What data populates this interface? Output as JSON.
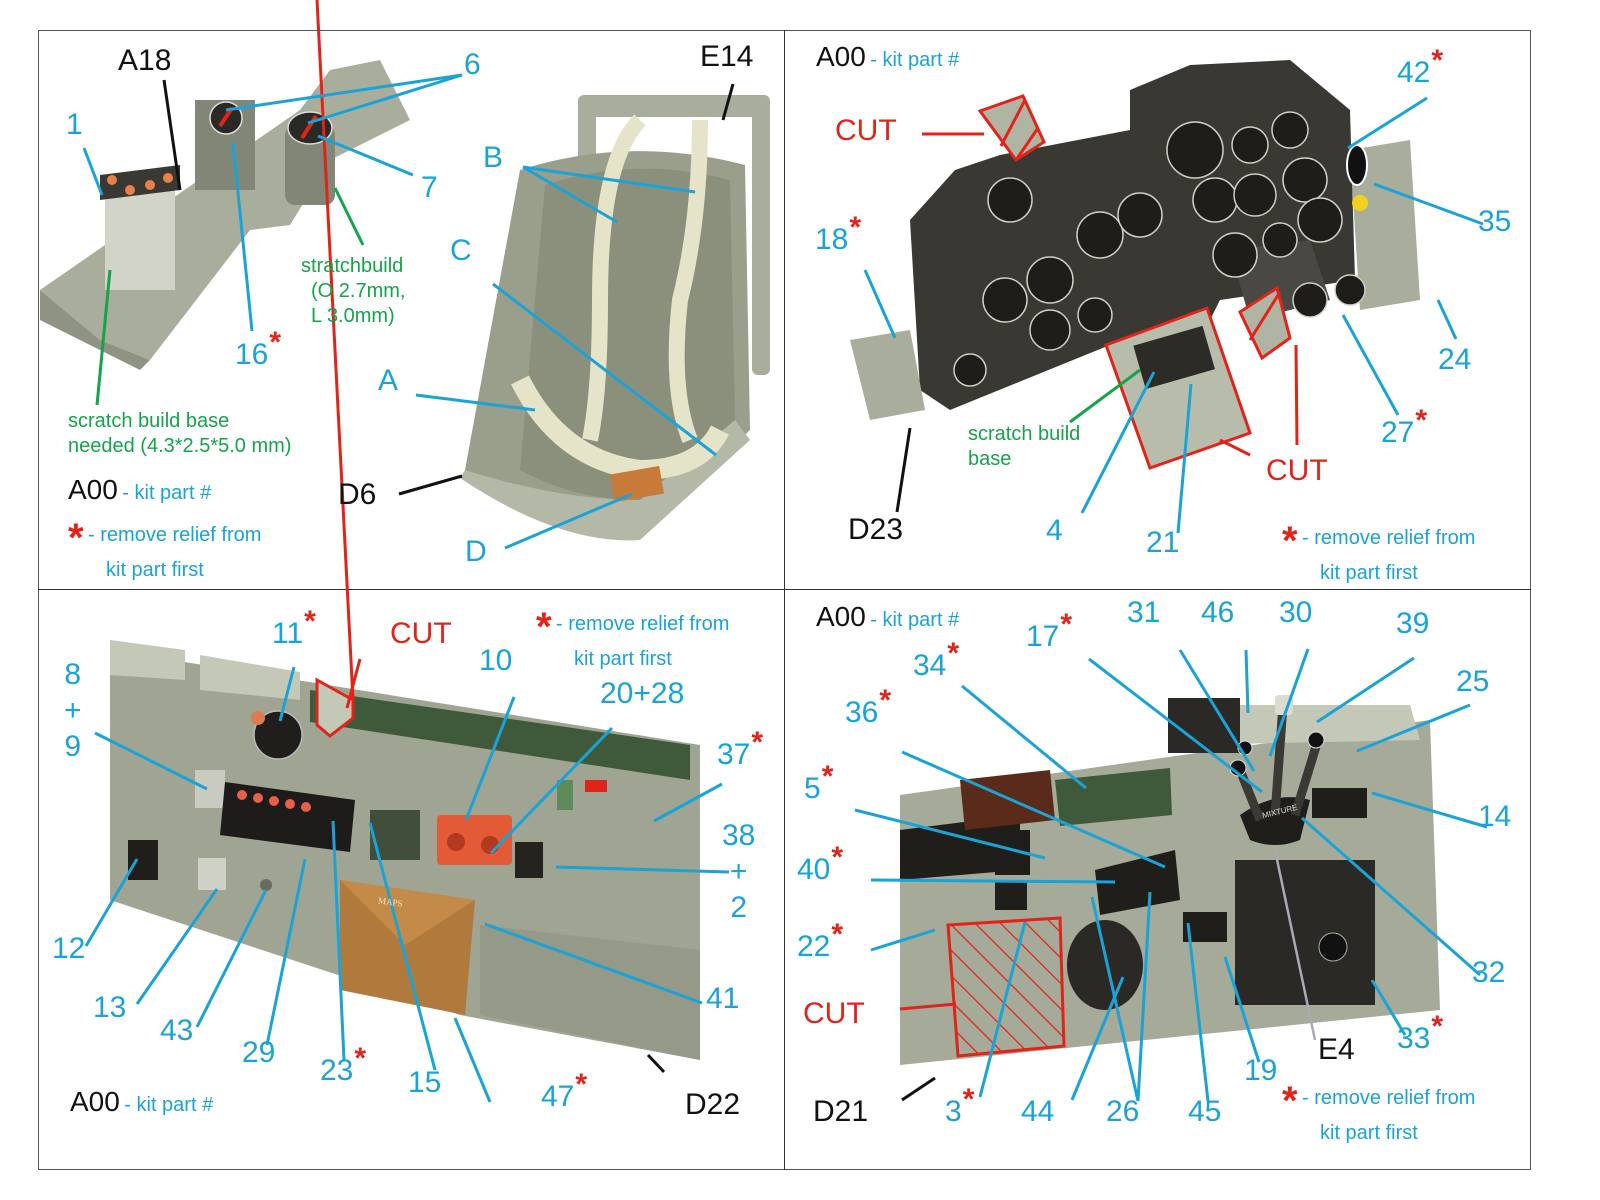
{
  "legend": {
    "kit_code": "A00",
    "kit_text": "- kit part #",
    "star_symbol": "*",
    "star_text_line1": "- remove relief from",
    "star_text_line2": "kit part first",
    "cut": "CUT"
  },
  "colors": {
    "part_number": "#1aa3d6",
    "kit_part": "#111111",
    "cut": "#e2231a",
    "scratchbuild": "#14a44a",
    "resin_grey": "#a9ad9c",
    "panel_dark": "#3a3833"
  },
  "panels": {
    "top_left": {
      "title": "Cockpit floor and seat",
      "labels": {
        "p1": "1",
        "a18": "A18",
        "p6": "6",
        "p7": "7",
        "p16": "16",
        "stratch_1": "stratchbuild",
        "stratch_2": "(O 2.7mm,",
        "stratch_3": "L 3.0mm)",
        "base_1": "scratch build base",
        "base_2": "needed (4.3*2.5*5.0 mm)",
        "e14": "E14",
        "b": "B",
        "c": "C",
        "a": "A",
        "d6": "D6",
        "d": "D"
      }
    },
    "top_right": {
      "title": "Instrument panel",
      "labels": {
        "p42": "42",
        "p35": "35",
        "p18": "18",
        "p24": "24",
        "p27": "27",
        "p4": "4",
        "p21": "21",
        "d23": "D23",
        "base_1": "scratch build",
        "base_2": "base"
      }
    },
    "bottom_left": {
      "title": "Left side console",
      "labels": {
        "p11": "11",
        "p8": "8",
        "plus": "+",
        "p9": "9",
        "p10": "10",
        "p20_28": "20+28",
        "p37": "37",
        "p38": "38",
        "p2": "2",
        "p12": "12",
        "p13": "13",
        "p43": "43",
        "p29": "29",
        "p23": "23",
        "p15": "15",
        "p47": "47",
        "p41": "41",
        "d22": "D22",
        "maps_box": "MAPS"
      }
    },
    "bottom_right": {
      "title": "Throttle quadrant console",
      "labels": {
        "p34": "34",
        "p17": "17",
        "p31": "31",
        "p46": "46",
        "p30": "30",
        "p39": "39",
        "p25": "25",
        "p36": "36",
        "p5": "5",
        "p14": "14",
        "p40": "40",
        "p22": "22",
        "p32": "32",
        "p33": "33",
        "p3": "3",
        "p44": "44",
        "p26": "26",
        "p45": "45",
        "p19": "19",
        "e4": "E4",
        "d21": "D21",
        "mixture": "MIXTURE"
      }
    }
  }
}
